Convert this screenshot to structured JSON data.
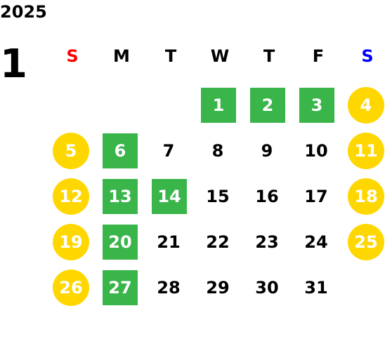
{
  "year": "2025",
  "month": "1",
  "weekdays": [
    "S",
    "M",
    "T",
    "W",
    "T",
    "F",
    "S"
  ],
  "colors": {
    "sunday_header": "#ff0000",
    "saturday_header": "#0000ff",
    "highlight_square": "#39b54a",
    "highlight_circle": "#ffd700",
    "text": "#000000"
  },
  "weeks": [
    [
      null,
      null,
      null,
      {
        "d": "1",
        "mark": "square"
      },
      {
        "d": "2",
        "mark": "square"
      },
      {
        "d": "3",
        "mark": "square"
      },
      {
        "d": "4",
        "mark": "circle"
      }
    ],
    [
      {
        "d": "5",
        "mark": "circle"
      },
      {
        "d": "6",
        "mark": "square"
      },
      {
        "d": "7",
        "mark": "none"
      },
      {
        "d": "8",
        "mark": "none"
      },
      {
        "d": "9",
        "mark": "none"
      },
      {
        "d": "10",
        "mark": "none"
      },
      {
        "d": "11",
        "mark": "circle"
      }
    ],
    [
      {
        "d": "12",
        "mark": "circle"
      },
      {
        "d": "13",
        "mark": "square"
      },
      {
        "d": "14",
        "mark": "square"
      },
      {
        "d": "15",
        "mark": "none"
      },
      {
        "d": "16",
        "mark": "none"
      },
      {
        "d": "17",
        "mark": "none"
      },
      {
        "d": "18",
        "mark": "circle"
      }
    ],
    [
      {
        "d": "19",
        "mark": "circle"
      },
      {
        "d": "20",
        "mark": "square"
      },
      {
        "d": "21",
        "mark": "none"
      },
      {
        "d": "22",
        "mark": "none"
      },
      {
        "d": "23",
        "mark": "none"
      },
      {
        "d": "24",
        "mark": "none"
      },
      {
        "d": "25",
        "mark": "circle"
      }
    ],
    [
      {
        "d": "26",
        "mark": "circle"
      },
      {
        "d": "27",
        "mark": "square"
      },
      {
        "d": "28",
        "mark": "none"
      },
      {
        "d": "29",
        "mark": "none"
      },
      {
        "d": "30",
        "mark": "none"
      },
      {
        "d": "31",
        "mark": "none"
      },
      null
    ]
  ]
}
